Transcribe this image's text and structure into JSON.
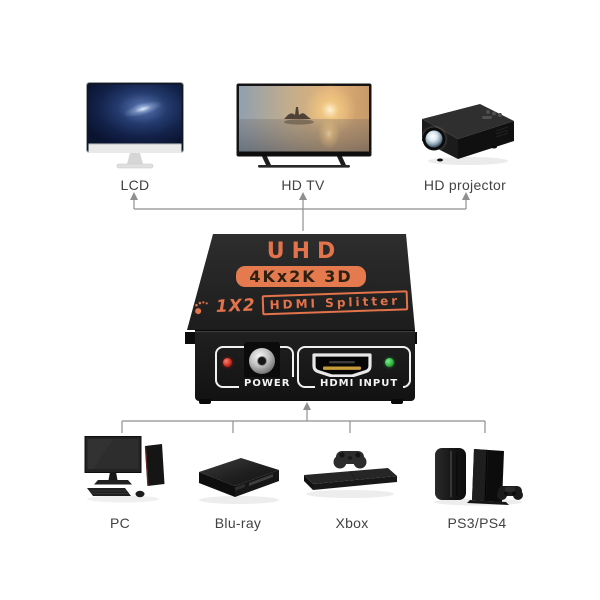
{
  "title_context": "1x2 HDMI splitter connection diagram",
  "devices_top": [
    {
      "id": "lcd",
      "label": "LCD"
    },
    {
      "id": "hd-tv",
      "label": "HD TV"
    },
    {
      "id": "hd-projector",
      "label": "HD projector"
    }
  ],
  "devices_bottom": [
    {
      "id": "pc",
      "label": "PC"
    },
    {
      "id": "blu-ray",
      "label": "Blu-ray"
    },
    {
      "id": "xbox",
      "label": "Xbox"
    },
    {
      "id": "ps3-ps4",
      "label": "PS3/PS4"
    }
  ],
  "splitter": {
    "title": "UHD",
    "badge": "4Kx2K 3D",
    "model_prefix": "1X2",
    "model_name": "HDMI Splitter",
    "power_label": "POWER",
    "input_label": "HDMI INPUT"
  },
  "colors": {
    "background": "#ffffff",
    "accent_orange": "#e2734a",
    "badge_bg": "#e57a4e",
    "badge_text": "#2e2013",
    "device_black": "#1a1a1a",
    "led_red": "#c5281c",
    "led_green": "#2fae3a",
    "connector_line": "#8f8f8f",
    "label_text": "#424242",
    "panel_label_text": "#f4f4f4"
  }
}
